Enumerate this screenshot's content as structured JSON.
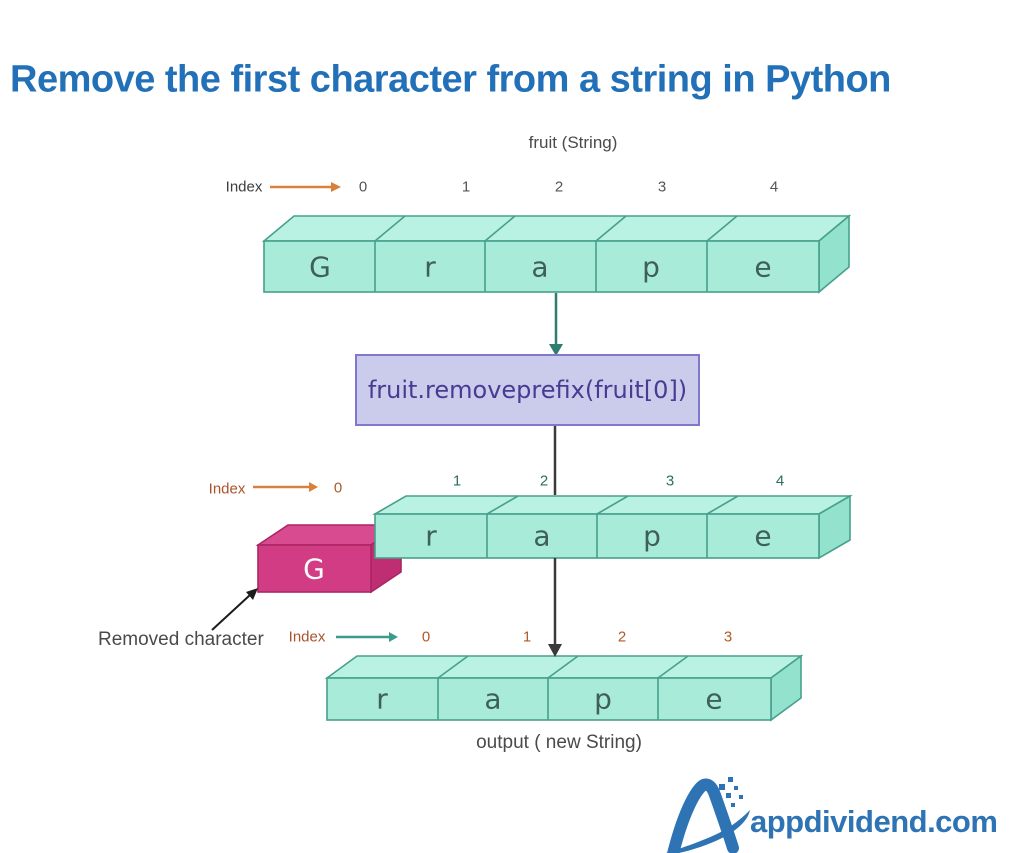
{
  "title": "Remove the first character from a string in Python",
  "code": "fruit.removeprefix(fruit[0])",
  "labels": {
    "input_title": "fruit (String)",
    "output_title": "output ( new String)",
    "removed_character": "Removed character",
    "index": "Index"
  },
  "arrays": {
    "input": {
      "indices": [
        "0",
        "1",
        "2",
        "3",
        "4"
      ],
      "cells": [
        "G",
        "r",
        "a",
        "p",
        "e"
      ]
    },
    "middle": {
      "removed_index": "0",
      "indices": [
        "1",
        "2",
        "3",
        "4"
      ],
      "cells": [
        "r",
        "a",
        "p",
        "e"
      ],
      "removed_cell": "G"
    },
    "output": {
      "indices": [
        "0",
        "1",
        "2",
        "3"
      ],
      "cells": [
        "r",
        "a",
        "p",
        "e"
      ]
    }
  },
  "logo": {
    "text": "appdividend.com"
  },
  "colors": {
    "title_blue": "#2271b8",
    "mint_front": "#a8ebd9",
    "mint_top": "#b9f1e3",
    "mint_side": "#93e2cd",
    "mint_border": "#47a08c",
    "cell_letter": "#3f6059",
    "code_bg": "#cbccec",
    "code_border": "#8177cd",
    "code_text": "#473b92",
    "pink_front": "#d23c85",
    "pink_top": "#d84b90",
    "pink_side": "#bf2d72",
    "pink_border": "#a92663",
    "teal_arrow": "#2e7d6e",
    "orange_arrow": "#d9813c",
    "rust_text": "#a9532b",
    "teal_index_text": "#2e6e62",
    "gray_text": "#4a4a4a",
    "logo_blue": "#2e74b5"
  }
}
